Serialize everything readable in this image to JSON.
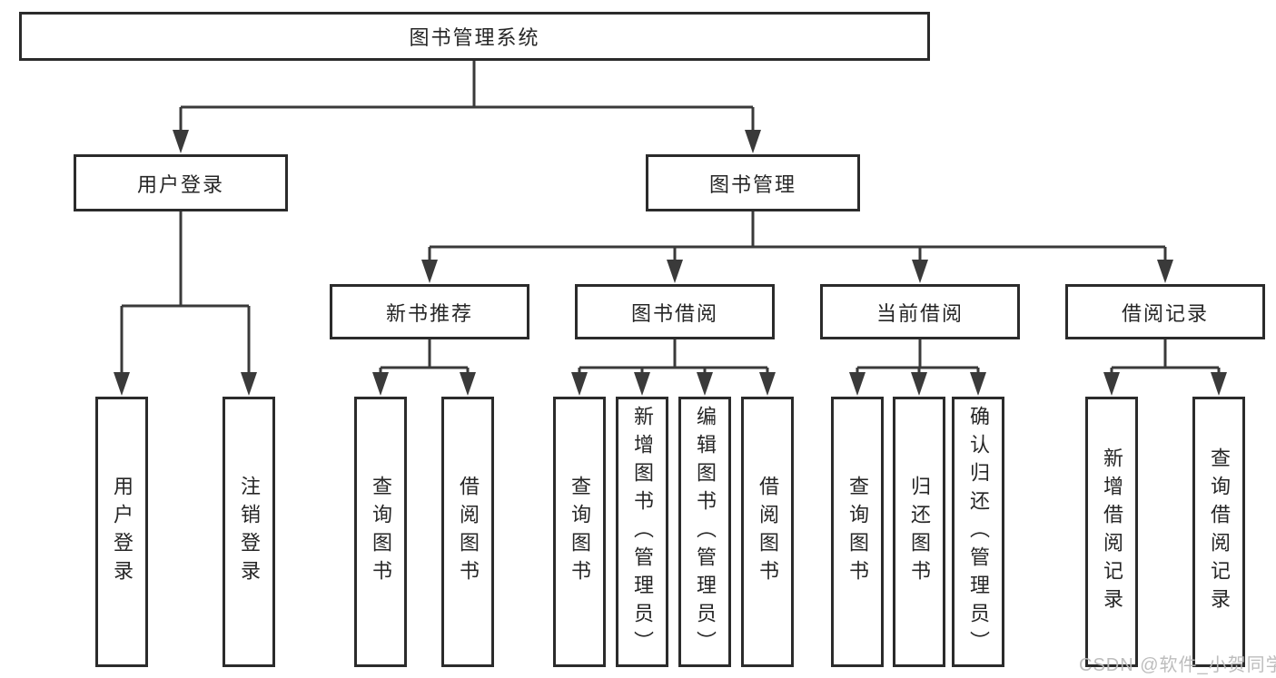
{
  "tree": {
    "root": {
      "label": "图书管理系统",
      "children": [
        {
          "label": "用户登录",
          "children": [
            {
              "label": "用户登录"
            },
            {
              "label": "注销登录"
            }
          ]
        },
        {
          "label": "图书管理",
          "children": [
            {
              "label": "新书推荐",
              "children": [
                {
                  "label": "查询图书"
                },
                {
                  "label": "借阅图书"
                }
              ]
            },
            {
              "label": "图书借阅",
              "children": [
                {
                  "label": "查询图书"
                },
                {
                  "label": "新增图书（管理员）"
                },
                {
                  "label": "编辑图书（管理员）"
                },
                {
                  "label": "借阅图书"
                }
              ]
            },
            {
              "label": "当前借阅",
              "children": [
                {
                  "label": "查询图书"
                },
                {
                  "label": "归还图书"
                },
                {
                  "label": "确认归还（管理员）"
                }
              ]
            },
            {
              "label": "借阅记录",
              "children": [
                {
                  "label": "新增借阅记录"
                },
                {
                  "label": "查询借阅记录"
                }
              ]
            }
          ]
        }
      ]
    }
  },
  "watermark": {
    "text": "CSDN @软件_小贺同学"
  },
  "colors": {
    "background": "#ffffff",
    "line": "#3a3a3a",
    "box_border": "#2b2b2b",
    "text": "#262626",
    "watermark": "#b9b9b9"
  }
}
